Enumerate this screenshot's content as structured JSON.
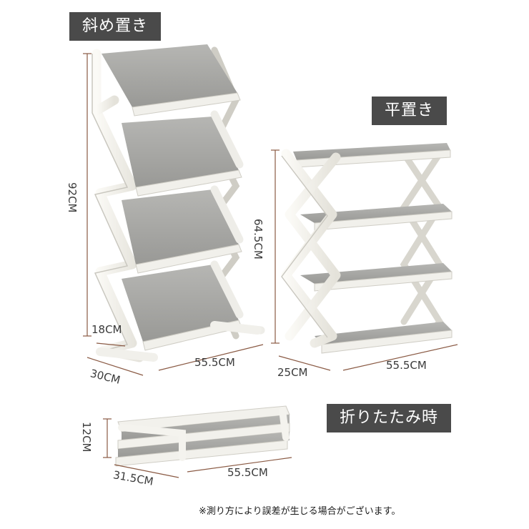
{
  "labels": {
    "tilted": "斜め置き",
    "flat": "平置き",
    "folded": "折りたたみ時"
  },
  "dimensions": {
    "tilted_height": "92CM",
    "tilted_depth_small": "18CM",
    "tilted_depth": "30CM",
    "tilted_width": "55.5CM",
    "flat_height": "64.5CM",
    "flat_depth": "25CM",
    "flat_width": "55.5CM",
    "folded_height": "12CM",
    "folded_depth": "31.5CM",
    "folded_width": "55.5CM"
  },
  "note": "※測り方により誤差が生じる場合がございます。",
  "colors": {
    "frame": "#f2f1ec",
    "frame_edge": "#c9c7bf",
    "shelf": "#a9a9a6",
    "shelf_dark": "#8f8f8c",
    "dimension_line": "#8a5a44",
    "tag_bg": "#4a4a4a"
  }
}
